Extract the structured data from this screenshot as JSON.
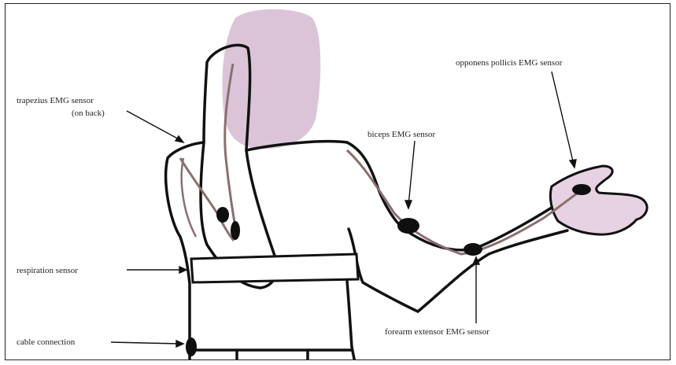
{
  "labels": {
    "trapezius": "trapezius EMG sensor",
    "trapezius_note": "(on back)",
    "biceps": "biceps EMG sensor",
    "opponens": "opponens pollicis EMG sensor",
    "respiration": "respiration sensor",
    "cable": "cable connection",
    "forearm": "forearm extensor EMG sensor"
  },
  "colors": {
    "outline": "#111111",
    "head": "#dcc4d8",
    "hand": "#e6d2e2",
    "cable": "#8a6f6f",
    "sensor": "#0f0f0f"
  }
}
